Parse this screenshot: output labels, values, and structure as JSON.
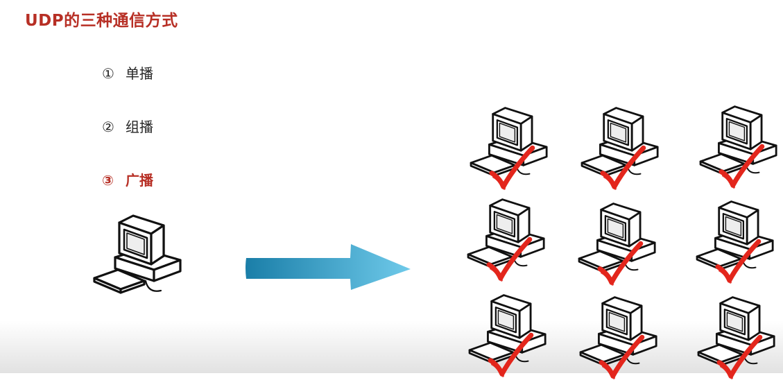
{
  "slide": {
    "title": "UDP的三种通信方式",
    "items": [
      {
        "number": "①",
        "label": "单播",
        "active": false
      },
      {
        "number": "②",
        "label": "组播",
        "active": false
      },
      {
        "number": "③",
        "label": "广播",
        "active": true
      }
    ]
  },
  "diagram": {
    "sender_icon": "computer-icon",
    "arrow_icon": "right-arrow-icon",
    "receiver_icon": "computer-icon",
    "receiver_mark": "red-checkmark-icon",
    "receiver_count": 9,
    "all_received": true,
    "colors": {
      "title": "#b72f25",
      "active_item": "#b72f25",
      "check": "#e3261c",
      "arrow_start": "#1a7ea8",
      "arrow_end": "#6fcaea"
    }
  }
}
